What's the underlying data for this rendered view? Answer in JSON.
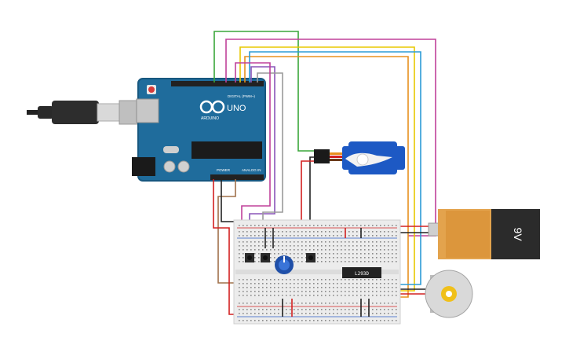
{
  "arduino": {
    "model_label": "UNO",
    "brand_label": "ARDUINO",
    "digital_label": "DIGITAL (PWM~)",
    "power_label": "POWER",
    "analog_label": "ANALOG IN",
    "board_color": "#1f6c9c"
  },
  "usb_cable": {
    "icon": "usb-plug-icon"
  },
  "servo": {
    "icon": "servo-icon",
    "color": "#1d59c4"
  },
  "battery": {
    "label": "9V",
    "icon": "battery-9v-icon",
    "body_color": "#2b2b2b",
    "cap_color": "#e3a34d"
  },
  "motor": {
    "icon": "dc-motor-icon"
  },
  "breadboard": {
    "chip_label": "L293D",
    "potentiometer_icon": "potentiometer-icon",
    "button_icon": "push-button-icon"
  },
  "wire_colors": {
    "green": "#3aa63a",
    "magenta": "#c0409a",
    "yellow": "#e8c800",
    "orange": "#e8901e",
    "blue": "#2b9bd6",
    "purple": "#8a55b8",
    "gray": "#9a9a9a",
    "brown": "#a0704a",
    "red": "#d22020",
    "black": "#222222"
  }
}
